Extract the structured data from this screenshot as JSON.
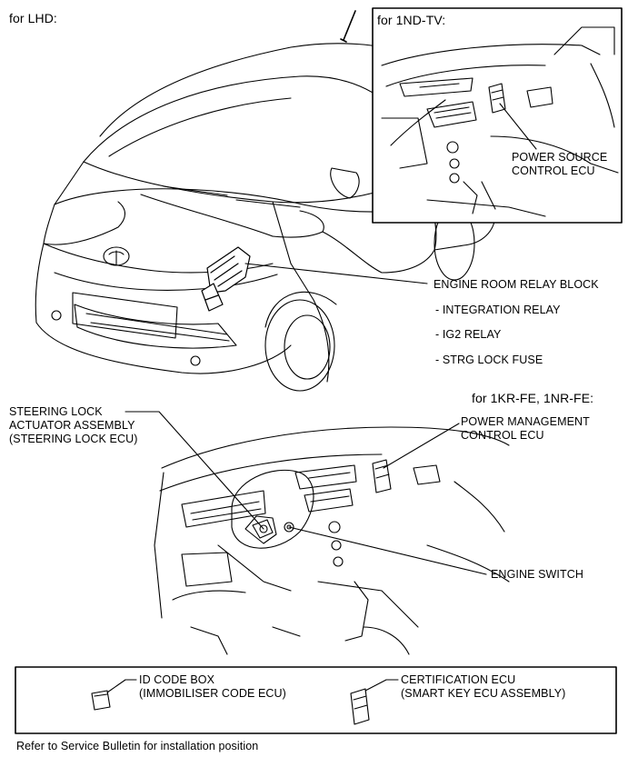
{
  "header": {
    "lhd_label": "for LHD:"
  },
  "inset_1nd": {
    "title": "for 1ND-TV:",
    "component_line1": "POWER SOURCE",
    "component_line2": "CONTROL ECU"
  },
  "engine_room": {
    "title": "ENGINE ROOM RELAY BLOCK",
    "items": [
      "- INTEGRATION RELAY",
      "- IG2 RELAY",
      "- STRG LOCK FUSE"
    ]
  },
  "section_1kr": {
    "title": "for 1KR-FE, 1NR-FE:",
    "power_mgmt_line1": "POWER MANAGEMENT",
    "power_mgmt_line2": "CONTROL ECU",
    "steering_line1": "STEERING LOCK",
    "steering_line2": "ACTUATOR ASSEMBLY",
    "steering_line3": "(STEERING LOCK ECU)",
    "engine_switch": "ENGINE SWITCH"
  },
  "legend": {
    "id_code_line1": "ID CODE BOX",
    "id_code_line2": "(IMMOBILISER CODE ECU)",
    "cert_line1": "CERTIFICATION ECU",
    "cert_line2": "(SMART KEY ECU ASSEMBLY)"
  },
  "footer": {
    "note": "Refer to Service Bulletin for installation position"
  }
}
